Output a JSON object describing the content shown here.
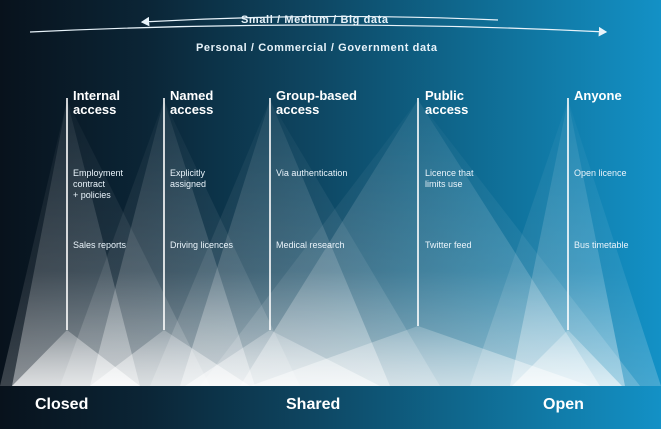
{
  "top_labels": {
    "size_scale": "Small  /  Medium  /  Big data",
    "data_types": "Personal  /  Commercial  /  Government data"
  },
  "columns": [
    {
      "title": "Internal\naccess",
      "condition": "Employment\ncontract\n+ policies",
      "example": "Sales reports"
    },
    {
      "title": "Named\naccess",
      "condition": "Explicitly\nassigned",
      "example": "Driving licences"
    },
    {
      "title": "Group-based\naccess",
      "condition": "Via authentication",
      "example": "Medical research"
    },
    {
      "title": "Public\naccess",
      "condition": "Licence that\nlimits use",
      "example": "Twitter feed"
    },
    {
      "title": "Anyone",
      "condition": "Open licence",
      "example": "Bus timetable"
    }
  ],
  "bottom_labels": {
    "closed": "Closed",
    "shared": "Shared",
    "open": "Open"
  },
  "colors": {
    "background_left": "#08121c",
    "background_right": "#1391c6",
    "text": "#ffffff"
  }
}
